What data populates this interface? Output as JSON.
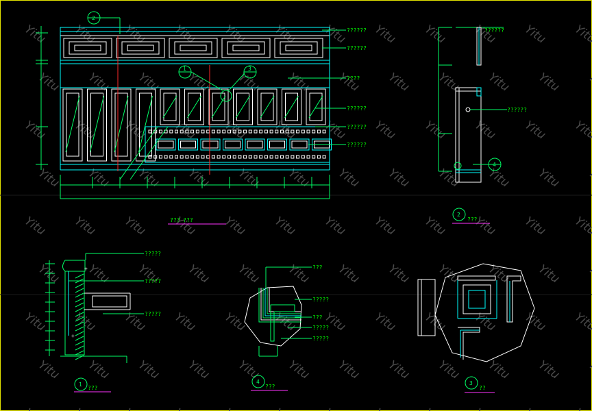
{
  "watermark": "Yitu",
  "colors": {
    "border": "#e6e600",
    "cyan": "#00ffff",
    "green": "#00ff66",
    "white": "#ffffff",
    "red": "#ff2a2a",
    "magenta": "#ff33ff",
    "label": "#00ff00"
  },
  "elevation": {
    "labels": [
      "??????",
      "??????",
      "????",
      "??????",
      "??????",
      "??????"
    ],
    "callouts": [
      "2",
      "1",
      "3"
    ],
    "title": "???  ???"
  },
  "side_view": {
    "labels": [
      "??????",
      "??????"
    ],
    "callouts": [
      "4"
    ],
    "title_num": "2",
    "title": "???"
  },
  "detail1": {
    "labels": [
      "?????",
      "?????",
      "?????"
    ],
    "num": "1",
    "title": "???"
  },
  "detail4": {
    "labels": [
      "???",
      "?????",
      "???",
      "?????",
      "?????"
    ],
    "num": "4",
    "title": "???"
  },
  "detail3": {
    "num": "3",
    "title": "??"
  }
}
